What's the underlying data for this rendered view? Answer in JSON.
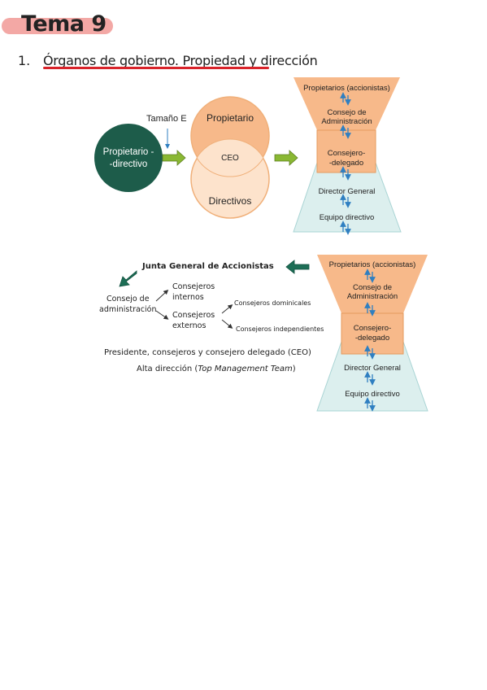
{
  "title": "Tema 9",
  "heading": {
    "number": "1.",
    "text": "Órganos de gobierno. Propiedad y dirección"
  },
  "diagram1": {
    "owner_manager": [
      "Propietario -",
      "-directivo"
    ],
    "size_label": "Tamaño E",
    "propietario": "Propietario",
    "ceo": "CEO",
    "directivos": "Directivos"
  },
  "hourglass": {
    "owners": "Propietarios (accionistas)",
    "board": [
      "Consejo de",
      "Administración"
    ],
    "ceo": [
      "Consejero-",
      "-delegado"
    ],
    "general_director": "Director General",
    "management_team": "Equipo directivo"
  },
  "diagram2": {
    "assembly": "Junta General de Accionistas",
    "board": [
      "Consejo de",
      "administración"
    ],
    "internal": [
      "Consejeros",
      "internos"
    ],
    "external": [
      "Consejeros",
      "externos"
    ],
    "dominical": "Consejeros dominicales",
    "independent": "Consejeros independientes",
    "summary": "Presidente, consejeros y consejero delegado (CEO)",
    "top_mgmt_prefix": "Alta dirección (",
    "top_mgmt_italic": "Top Management Team",
    "top_mgmt_suffix": ")"
  },
  "colors": {
    "title_pill": "#f3a8a5",
    "underline": "#d8232a",
    "dark_green": "#1d5c4a",
    "orange": "#f7b98a",
    "light_orange": "#fde3cc",
    "light_blue": "#dcefee",
    "green_arrow": "#8ab833",
    "blue_arrow": "#2f7fc1"
  }
}
